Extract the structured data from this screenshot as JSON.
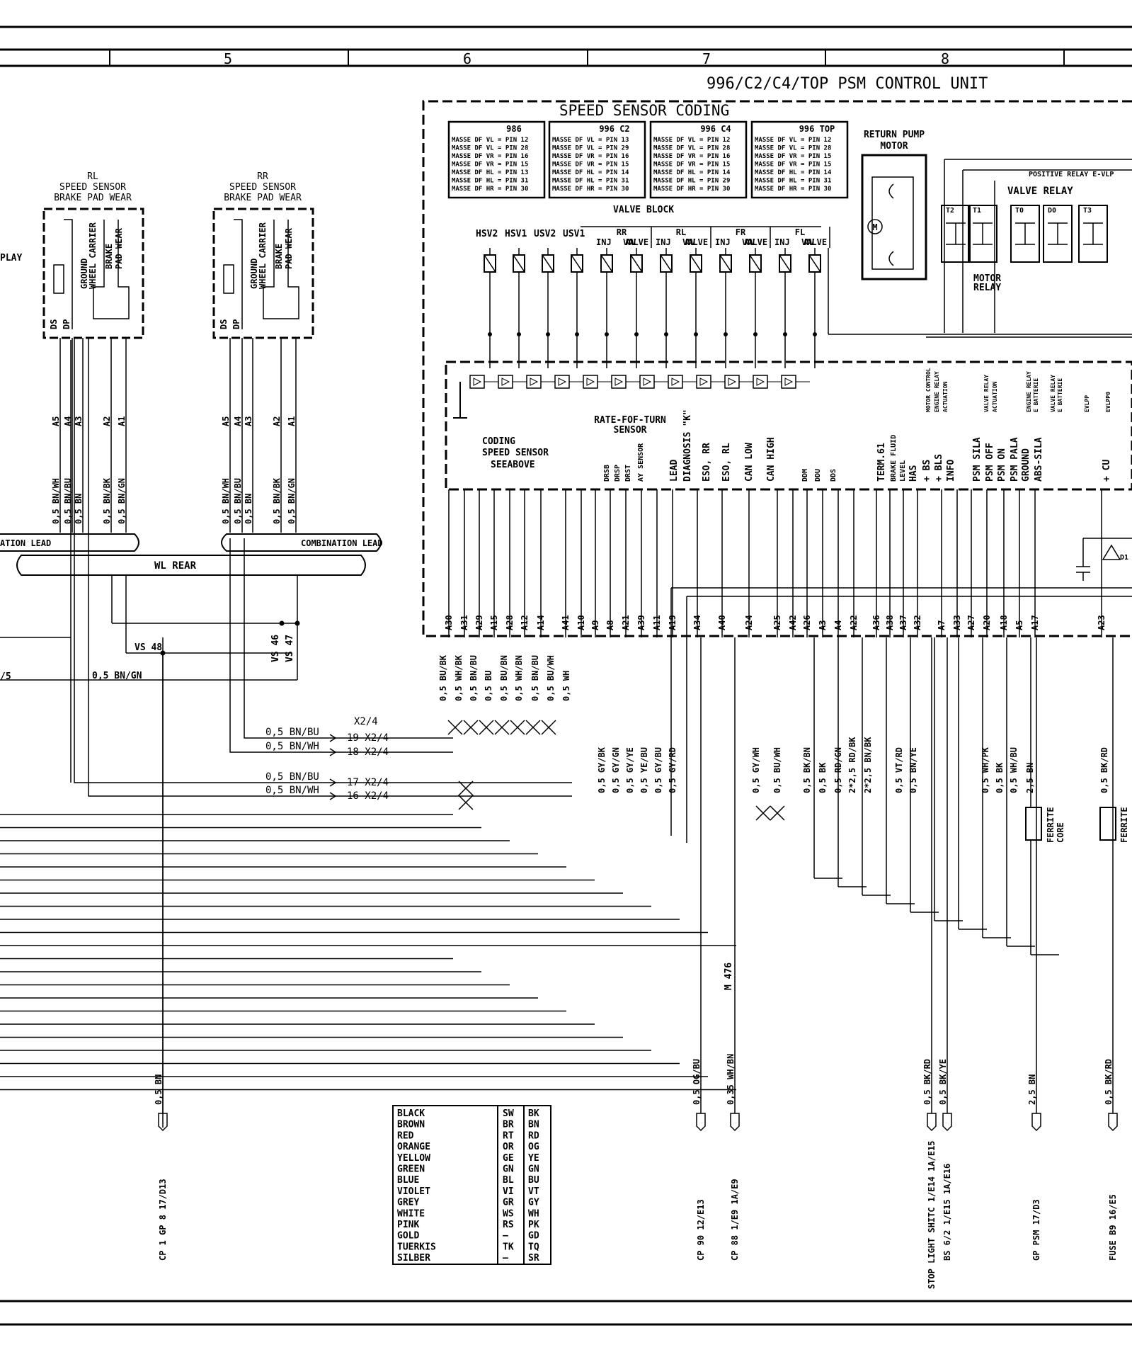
{
  "grid": {
    "columns": [
      "5",
      "6",
      "7",
      "8"
    ]
  },
  "title": "996/C2/C4/TOP PSM CONTROL UNIT",
  "speed_sensor_coding": {
    "heading": "SPEED SENSOR CODING",
    "tables": [
      {
        "name": "986",
        "rows": [
          "MASSE DF VL = PIN 12",
          "MASSE DF VL = PIN 28",
          "MASSE DF VR = PIN 16",
          "MASSE DF VR = PIN 15",
          "MASSE DF HL = PIN 13",
          "MASSE DF HL = PIN 31",
          "MASSE DF HR = PIN 30"
        ]
      },
      {
        "name": "996 C2",
        "rows": [
          "MASSE DF VL = PIN 13",
          "MASSE DF VL = PIN 29",
          "MASSE DF VR = PIN 16",
          "MASSE DF VR = PIN 15",
          "MASSE DF HL = PIN 14",
          "MASSE DF HL = PIN 31",
          "MASSE DF HR = PIN 30"
        ]
      },
      {
        "name": "996 C4",
        "rows": [
          "MASSE DF VL = PIN 12",
          "MASSE DF VL = PIN 28",
          "MASSE DF VR = PIN 16",
          "MASSE DF VR = PIN 15",
          "MASSE DF HL = PIN 14",
          "MASSE DF HL = PIN 29",
          "MASSE DF HR = PIN 30"
        ]
      },
      {
        "name": "996 TOP",
        "rows": [
          "MASSE DF VL = PIN 12",
          "MASSE DF VL = PIN 28",
          "MASSE DF VR = PIN 15",
          "MASSE DF VR = PIN 15",
          "MASSE DF HL = PIN 14",
          "MASSE DF HL = PIN 31",
          "MASSE DF HR = PIN 30"
        ]
      }
    ]
  },
  "sensors": {
    "rl": {
      "title": [
        "RL",
        "SPEED SENSOR",
        "BRAKE PAD WEAR"
      ],
      "labels": [
        "GROUND",
        "WHEEL CARRIER",
        "BRAKE",
        "PAD WEAR",
        "DS",
        "DP"
      ]
    },
    "rr": {
      "title": [
        "RR",
        "SPEED SENSOR",
        "BRAKE PAD WEAR"
      ],
      "labels": [
        "GROUND",
        "WHEEL CARRIER",
        "BRAKE",
        "PAD WEAR",
        "DS",
        "DP"
      ]
    },
    "pins": [
      "A5",
      "A4",
      "A3",
      "A2",
      "A1"
    ],
    "wires": [
      "0,5 BN/WH",
      "0,5 BN/BU",
      "0,5 BN",
      "0,5 BN/BK",
      "0,5 BN/GN"
    ]
  },
  "left_fragments": {
    "play": "PLAY",
    "cut_lead": "ATION LEAD",
    "wire_frag": "/5"
  },
  "leads": {
    "combination": "COMBINATION LEAD",
    "wl_rear": "WL REAR"
  },
  "junctions": {
    "vs48": "VS 48",
    "vs46": "VS 46",
    "vs47": "VS 47",
    "wire_vs48": "0,5 BN/GN"
  },
  "connector_x2": {
    "header": "X2/4",
    "rows": [
      {
        "wire": "0,5 BN/BU",
        "pin": "19 X2/4"
      },
      {
        "wire": "0,5 BN/WH",
        "pin": "18 X2/4"
      },
      {
        "wire": "0,5 BN/BU",
        "pin": "17 X2/4"
      },
      {
        "wire": "0,5 BN/WH",
        "pin": "16 X2/4"
      }
    ]
  },
  "return_pump": {
    "title": [
      "RETURN PUMP",
      "MOTOR"
    ],
    "motor": "M"
  },
  "relays": {
    "positive_relay": "POSITIVE RELAY E-VLP",
    "valve_relay": "VALVE RELAY",
    "motor_relay": [
      "MOTOR",
      "RELAY"
    ],
    "transistors": [
      "T2",
      "T1",
      "T0",
      "D0",
      "T3"
    ],
    "diode": "D1"
  },
  "valve_block": {
    "title": "VALVE BLOCK",
    "valves": [
      "HSV2",
      "HSV1",
      "USV2",
      "USV1",
      "INJ",
      "AV",
      "INJ",
      "AV",
      "INJ",
      "AV",
      "INJ",
      "AV"
    ],
    "groups": [
      {
        "name": "RR",
        "sub": "VALVE"
      },
      {
        "name": "RL",
        "sub": "VALVE"
      },
      {
        "name": "FR",
        "sub": "VALVE"
      },
      {
        "name": "FL",
        "sub": "VALVE"
      }
    ]
  },
  "ecu": {
    "rate_sensor": [
      "RATE-FOF-TURN",
      "SENSOR"
    ],
    "coding": [
      "CODING",
      "SPEED SENSOR",
      "SEEABOVE"
    ],
    "signals_mid": [
      "DRSB",
      "DRSP",
      "DRST",
      "AY SENSOR",
      "LEAD",
      "DIAGNOSIS \"K\"",
      "ESO, RR",
      "ESO, RL",
      "CAN LOW",
      "CAN HIGH",
      "DDM",
      "DDU",
      "DDS"
    ],
    "signals_right": [
      "TERM.61",
      "BRAKE FLUID",
      "LEVEL",
      "HAS",
      "+ BS",
      "+ BLS",
      "INFO",
      "PSM SILA",
      "PSM OFF",
      "PSM ON",
      "PSM PALA",
      "GROUND",
      "ABS-SILA",
      "+ CU"
    ],
    "relay_labels": [
      "MOTOR CONTROL",
      "ENGINE RELAY",
      "ACTUATION",
      "VALVE RELAY",
      "ACTUATION",
      "ENGINE RELAY",
      "E BATTERIE",
      "VALVE RELAY",
      "E BATTERIE",
      "EVLPP",
      "EVLPP0"
    ]
  },
  "pins": [
    "A30",
    "A31",
    "A29",
    "A15",
    "A28",
    "A12",
    "A14",
    "A41",
    "A10",
    "A9",
    "A8",
    "A21",
    "A39",
    "A11",
    "A19",
    "A34",
    "A40",
    "A24",
    "A25",
    "A42",
    "A26",
    "A3",
    "A4",
    "A22",
    "A36",
    "A38",
    "A37",
    "A32",
    "A7",
    "A33",
    "A27",
    "A20",
    "A18",
    "A5",
    "A17",
    "A23"
  ],
  "wires_left": [
    "0,5 BU/BK",
    "0,5 WH/BK",
    "0,5 BN/BU",
    "0,5 BU",
    "0,5 BU/BN",
    "0,5 WH/BN",
    "0,5 BN/BU",
    "0,5 BU/WH",
    "0,5 WH"
  ],
  "wires_mid": [
    "0,5 GY/BK",
    "0,5 GY/GN",
    "0,5 GY/YE",
    "0,5 YE/BU",
    "0,5 GY/BU",
    "0,5 GY/RD",
    "0,5 GY/WH",
    "0,5 BU/WH"
  ],
  "wires_right": [
    "0,5 BK/BN",
    "0,5 BK",
    "0,5 RD/GN",
    "2*2,5 RD/BK",
    "2*2,5 BN/BK",
    "0,5 VT/RD",
    "0,5 BN/YE",
    "0,5 WH/PK",
    "0,5 BK",
    "0,5 WH/BU",
    "2,5 BN",
    "0,5 BK/RD"
  ],
  "ferrite": [
    "FERRITE",
    "CORE",
    "FERRITE"
  ],
  "m476": "M 476",
  "terminals": [
    {
      "wire": "0,5 BN",
      "label": "CP 1 GP 8  17/D13"
    },
    {
      "wire": "0,5 OG/BU",
      "label": "CP 90  12/E13"
    },
    {
      "wire": "0,35 WH/BN",
      "label": "CP 88  1/E9 1A/E9"
    },
    {
      "wire": "0,5 BK/RD",
      "label": "STOP LIGHT SHITC 1/E14 1A/E15"
    },
    {
      "wire": "0,5 BK/YE",
      "label": "BS 6/2   1/E15 1A/E16"
    },
    {
      "wire": "2,5 BN",
      "label": "GP PSM  17/D3"
    },
    {
      "wire": "0,5 BK/RD",
      "label": "FUSE B9  16/E5"
    }
  ],
  "color_legend": [
    {
      "name": "BLACK",
      "de": "SW",
      "en": "BK"
    },
    {
      "name": "BROWN",
      "de": "BR",
      "en": "BN"
    },
    {
      "name": "RED",
      "de": "RT",
      "en": "RD"
    },
    {
      "name": "ORANGE",
      "de": "OR",
      "en": "OG"
    },
    {
      "name": "YELLOW",
      "de": "GE",
      "en": "YE"
    },
    {
      "name": "GREEN",
      "de": "GN",
      "en": "GN"
    },
    {
      "name": "BLUE",
      "de": "BL",
      "en": "BU"
    },
    {
      "name": "VIOLET",
      "de": "VI",
      "en": "VT"
    },
    {
      "name": "GREY",
      "de": "GR",
      "en": "GY"
    },
    {
      "name": "WHITE",
      "de": "WS",
      "en": "WH"
    },
    {
      "name": "PINK",
      "de": "RS",
      "en": "PK"
    },
    {
      "name": "GOLD",
      "de": "—",
      "en": "GD"
    },
    {
      "name": "TUERKIS",
      "de": "TK",
      "en": "TQ"
    },
    {
      "name": "SILBER",
      "de": "—",
      "en": "SR"
    }
  ]
}
